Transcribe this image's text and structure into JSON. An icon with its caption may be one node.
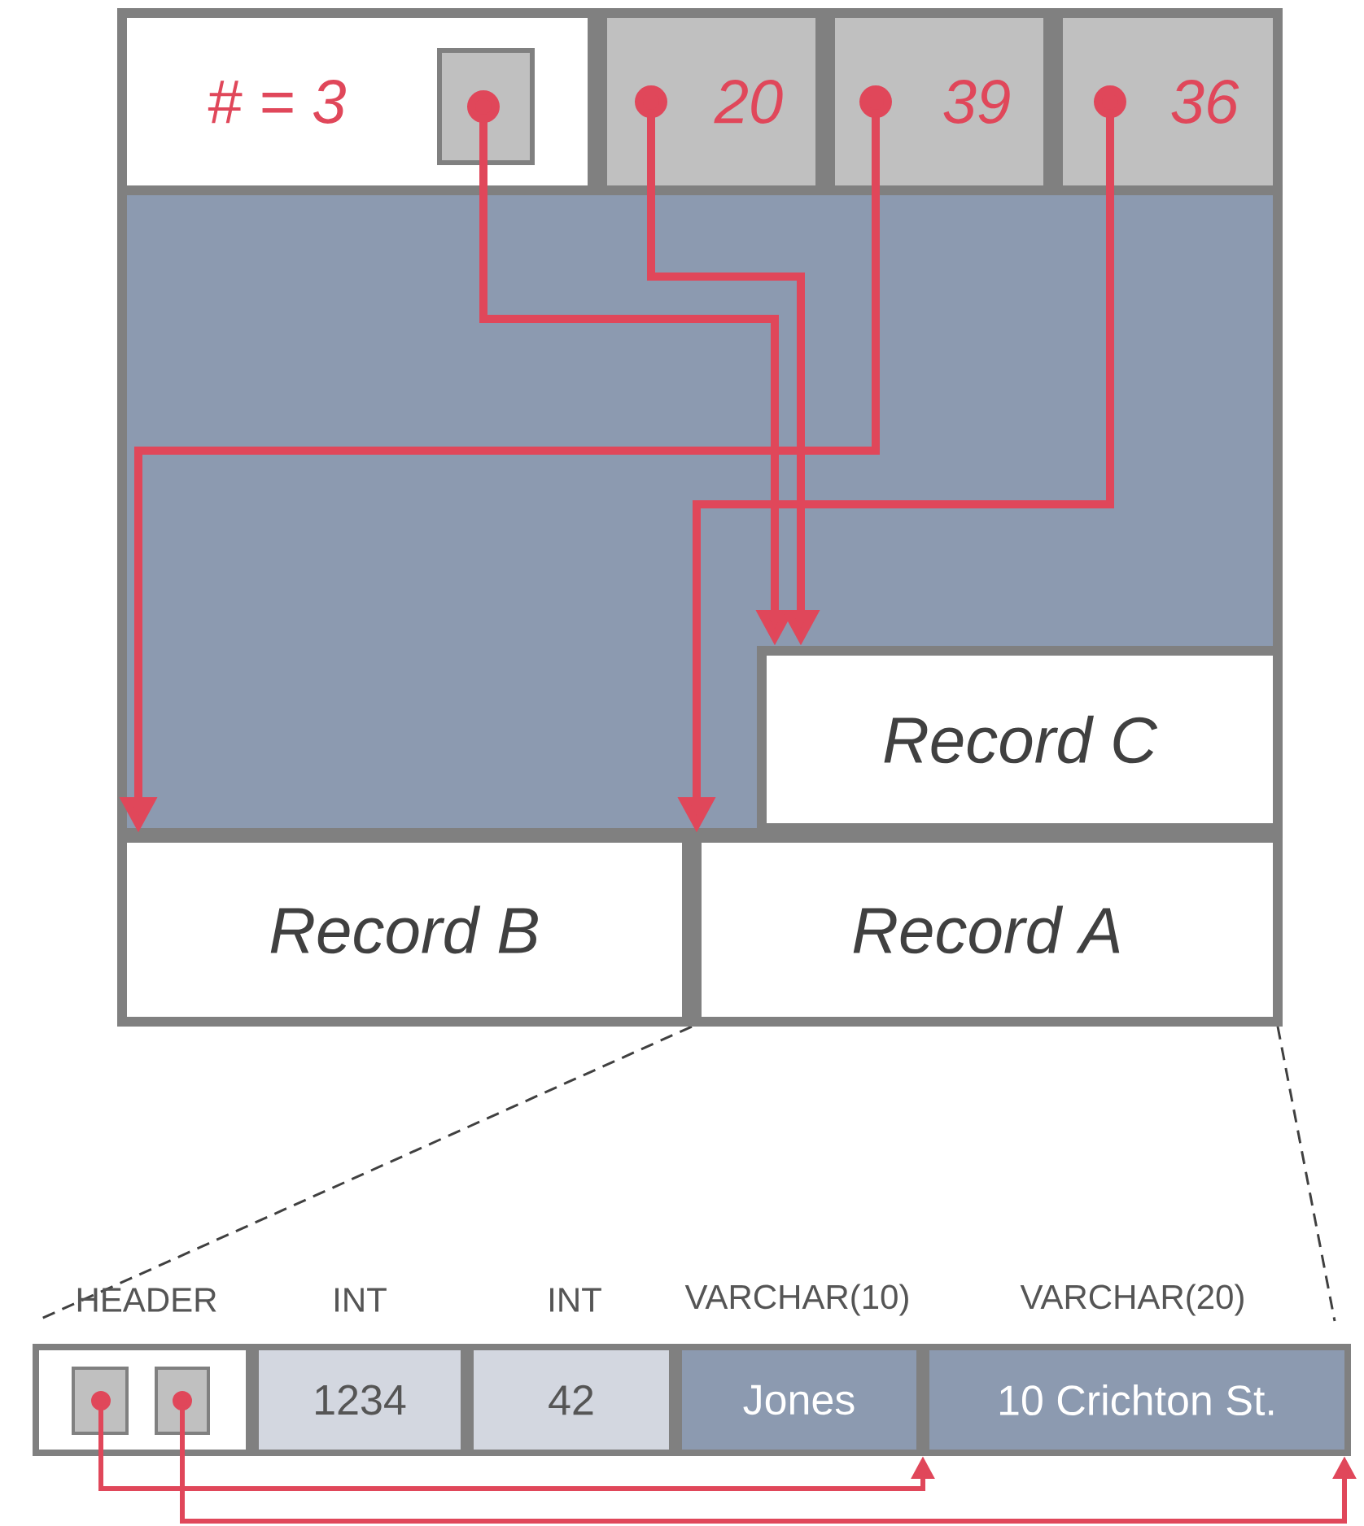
{
  "diagram": {
    "nodes": [
      {
        "text": [
          "# = 3"
        ]
      },
      {
        "text": [],
        "shape": "box",
        "in": 0
      },
      {
        "text": [
          "20"
        ]
      },
      {
        "text": [
          "39"
        ]
      },
      {
        "text": [
          "36"
        ]
      },
      {
        "text": [
          "Record C"
        ]
      },
      {
        "text": [
          "Record B"
        ]
      },
      {
        "text": [
          "Record A"
        ]
      },
      {
        "text": [],
        "shape": "box",
        "beside": [
          "HEADER"
        ]
      },
      {
        "text": [],
        "shape": "box",
        "in": 8
      },
      {
        "text": [],
        "shape": "box",
        "in": 8
      },
      {
        "text": [
          "1234"
        ],
        "beside": [
          "INT"
        ]
      },
      {
        "text": [
          "42"
        ],
        "beside": [
          "INT"
        ]
      },
      {
        "text": [
          "Jones"
        ],
        "beside": [
          "VARCHAR(10)"
        ]
      },
      {
        "text": [
          "10 Crichton St."
        ],
        "beside": [
          "VARCHAR(20)"
        ]
      }
    ],
    "edges": [
      {
        "from": 1,
        "to": 5,
        "arrow": "to"
      },
      {
        "from": 2,
        "to": 5,
        "arrow": "to"
      },
      {
        "from": 3,
        "to": 6,
        "arrow": "to"
      },
      {
        "from": 4,
        "to": 7,
        "arrow": "to"
      },
      {
        "from": 9,
        "to": 13,
        "arrow": "to"
      },
      {
        "from": 10,
        "to": 14,
        "arrow": "to"
      }
    ]
  }
}
